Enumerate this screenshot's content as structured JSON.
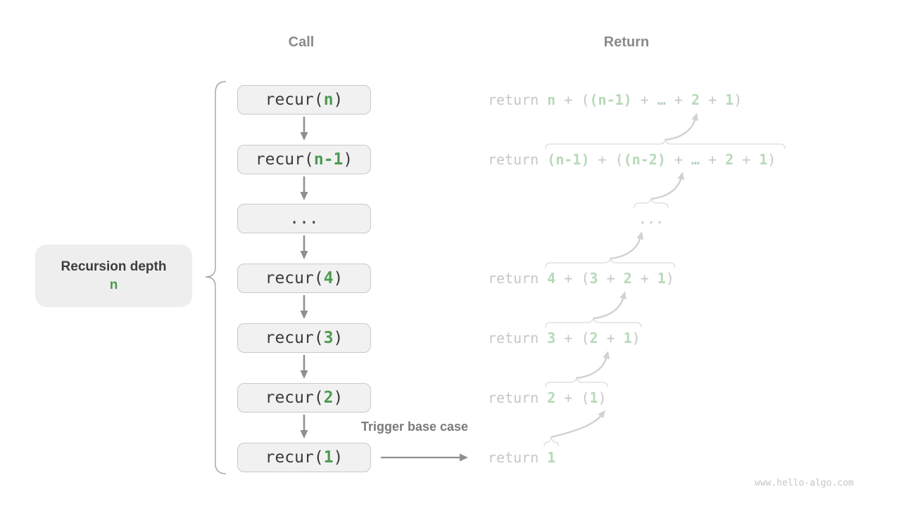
{
  "headers": {
    "call": "Call",
    "return": "Return"
  },
  "depth_label": {
    "title": "Recursion depth",
    "value": "n"
  },
  "trigger_label": "Trigger base case",
  "watermark": "www.hello-algo.com",
  "colors": {
    "accent_green": "#4c9b50",
    "light_green": "#b7d9b8",
    "box_fill": "#f1f1f1",
    "box_border": "#c9c9c9",
    "muted_text": "#c7c7c7",
    "header_gray": "#8a8a8a",
    "arrow_gray": "#8f8f8f",
    "faded_arrow": "#d2d2d2"
  },
  "call_stack": [
    {
      "segments": [
        {
          "t": "recur(",
          "c": "code"
        },
        {
          "t": "n",
          "c": "var"
        },
        {
          "t": ")",
          "c": "code"
        }
      ]
    },
    {
      "segments": [
        {
          "t": "recur(",
          "c": "code"
        },
        {
          "t": "n-1",
          "c": "var"
        },
        {
          "t": ")",
          "c": "code"
        }
      ]
    },
    {
      "segments": [
        {
          "t": "...",
          "c": "code"
        }
      ]
    },
    {
      "segments": [
        {
          "t": "recur(",
          "c": "code"
        },
        {
          "t": "4",
          "c": "var"
        },
        {
          "t": ")",
          "c": "code"
        }
      ]
    },
    {
      "segments": [
        {
          "t": "recur(",
          "c": "code"
        },
        {
          "t": "3",
          "c": "var"
        },
        {
          "t": ")",
          "c": "code"
        }
      ]
    },
    {
      "segments": [
        {
          "t": "recur(",
          "c": "code"
        },
        {
          "t": "2",
          "c": "var"
        },
        {
          "t": ")",
          "c": "code"
        }
      ]
    },
    {
      "segments": [
        {
          "t": "recur(",
          "c": "code"
        },
        {
          "t": "1",
          "c": "var"
        },
        {
          "t": ")",
          "c": "code"
        }
      ]
    }
  ],
  "return_stack": [
    {
      "segments": [
        {
          "t": "return ",
          "c": "kw"
        },
        {
          "t": "n",
          "c": "val"
        },
        {
          "t": " + (",
          "c": "kw"
        },
        {
          "t": "(n-1)",
          "c": "val"
        },
        {
          "t": " + ",
          "c": "kw"
        },
        {
          "t": "…",
          "c": "dots"
        },
        {
          "t": " + ",
          "c": "kw"
        },
        {
          "t": "2",
          "c": "val"
        },
        {
          "t": " + ",
          "c": "kw"
        },
        {
          "t": "1",
          "c": "val"
        },
        {
          "t": ")",
          "c": "kw"
        }
      ]
    },
    {
      "segments": [
        {
          "t": "return ",
          "c": "kw"
        },
        {
          "t": "(n-1)",
          "c": "val"
        },
        {
          "t": " + (",
          "c": "kw"
        },
        {
          "t": "(n-2)",
          "c": "val"
        },
        {
          "t": " + ",
          "c": "kw"
        },
        {
          "t": "…",
          "c": "dots"
        },
        {
          "t": " + ",
          "c": "kw"
        },
        {
          "t": "2",
          "c": "val"
        },
        {
          "t": " + ",
          "c": "kw"
        },
        {
          "t": "1",
          "c": "val"
        },
        {
          "t": ")",
          "c": "kw"
        }
      ]
    },
    {
      "segments": [
        {
          "t": "...",
          "c": "kw"
        }
      ]
    },
    {
      "segments": [
        {
          "t": "return ",
          "c": "kw"
        },
        {
          "t": "4",
          "c": "val"
        },
        {
          "t": " + (",
          "c": "kw"
        },
        {
          "t": "3",
          "c": "val"
        },
        {
          "t": " + ",
          "c": "kw"
        },
        {
          "t": "2",
          "c": "val"
        },
        {
          "t": " + ",
          "c": "kw"
        },
        {
          "t": "1",
          "c": "val"
        },
        {
          "t": ")",
          "c": "kw"
        }
      ]
    },
    {
      "segments": [
        {
          "t": "return ",
          "c": "kw"
        },
        {
          "t": "3",
          "c": "val"
        },
        {
          "t": " + (",
          "c": "kw"
        },
        {
          "t": "2",
          "c": "val"
        },
        {
          "t": " + ",
          "c": "kw"
        },
        {
          "t": "1",
          "c": "val"
        },
        {
          "t": ")",
          "c": "kw"
        }
      ]
    },
    {
      "segments": [
        {
          "t": "return ",
          "c": "kw"
        },
        {
          "t": "2",
          "c": "val"
        },
        {
          "t": " + (",
          "c": "kw"
        },
        {
          "t": "1",
          "c": "val"
        },
        {
          "t": ")",
          "c": "kw"
        }
      ]
    },
    {
      "segments": [
        {
          "t": "return ",
          "c": "kw"
        },
        {
          "t": "1",
          "c": "val"
        }
      ]
    }
  ]
}
